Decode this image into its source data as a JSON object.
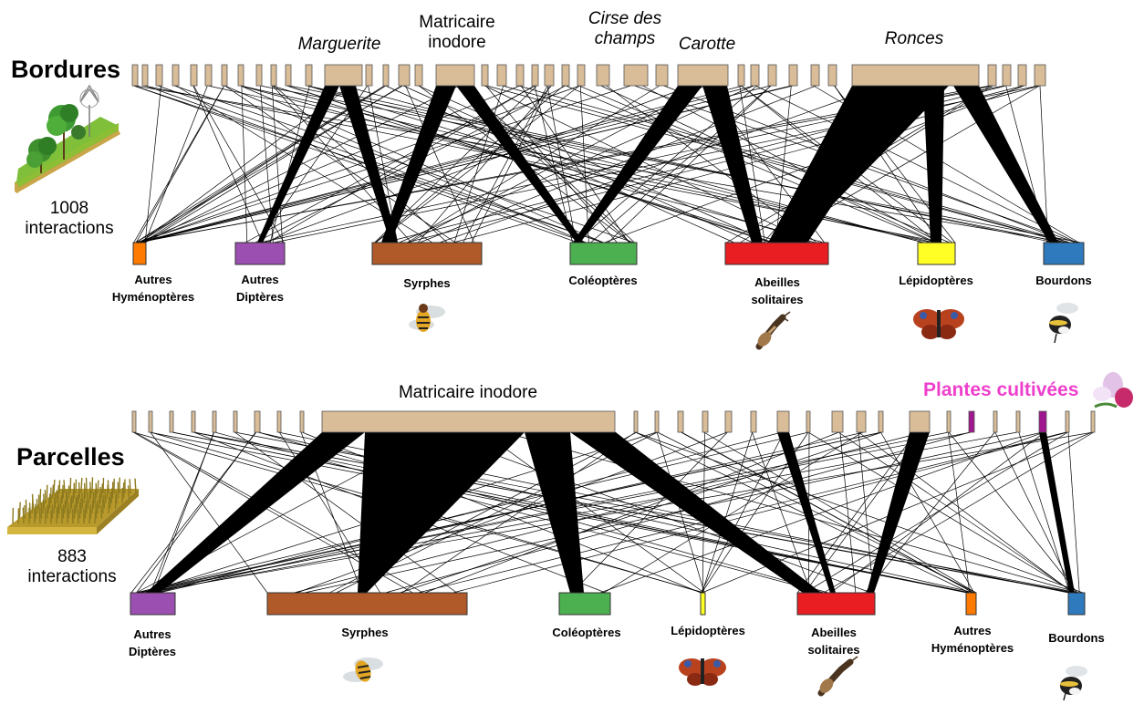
{
  "colors": {
    "plant": "#d9bc98",
    "cultivated_plant": "#a0168e",
    "orange": "#ff7a00",
    "purple": "#9b4fb0",
    "brown": "#b05a2a",
    "green": "#4caf50",
    "red": "#e81e22",
    "yellow": "#ffff26",
    "blue": "#2e7abd",
    "pink_label": "#ee3fcc"
  },
  "top": {
    "title": "Bordures",
    "count_number": "1008",
    "count_label": "interactions",
    "plant_labels": {
      "marguerite": "Marguerite",
      "matricaire_1": "Matricaire",
      "matricaire_2": "inodore",
      "cirse_1": "Cirse des",
      "cirse_2": "champs",
      "carotte": "Carotte",
      "ronces": "Ronces"
    },
    "insect_labels": {
      "autres_hym_1": "Autres",
      "autres_hym_2": "Hyménoptères",
      "autres_dipt_1": "Autres",
      "autres_dipt_2": "Diptères",
      "syrphes": "Syrphes",
      "coleopteres": "Coléoptères",
      "abeilles_1": "Abeilles",
      "abeilles_2": "solitaires",
      "lepidopteres": "Lépidoptères",
      "bourdons": "Bourdons"
    }
  },
  "bottom": {
    "title": "Parcelles",
    "count_number": "883",
    "count_label": "interactions",
    "plant_labels": {
      "matricaire": "Matricaire inodore",
      "cultivees": "Plantes cultivées"
    },
    "insect_labels": {
      "autres_dipt_1": "Autres",
      "autres_dipt_2": "Diptères",
      "syrphes": "Syrphes",
      "coleopteres": "Coléoptères",
      "lepidopteres": "Lépidoptères",
      "abeilles_1": "Abeilles",
      "abeilles_2": "solitaires",
      "autres_hym_1": "Autres",
      "autres_hym_2": "Hyménoptères",
      "bourdons": "Bourdons"
    }
  },
  "icons": [
    "hedge-border-icon",
    "crop-field-icon",
    "hoverfly-icon",
    "solitary-bee-icon",
    "butterfly-icon",
    "bumblebee-icon",
    "flower-icon"
  ]
}
